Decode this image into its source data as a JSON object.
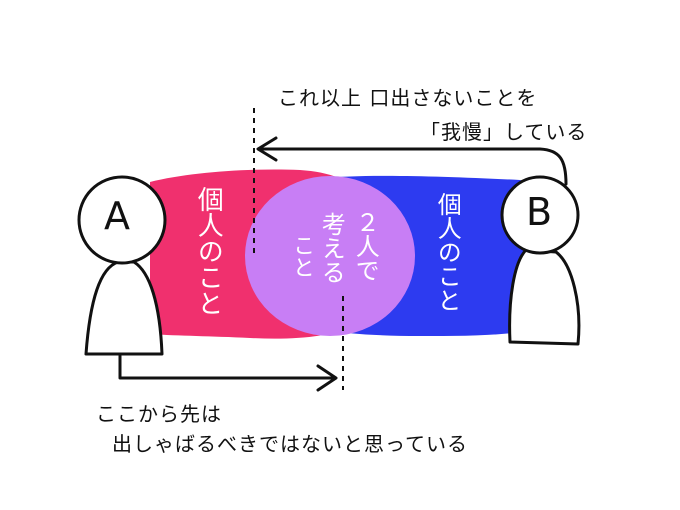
{
  "people": {
    "a_label": "A",
    "b_label": "B"
  },
  "regions": {
    "left_text": "個人のこと",
    "right_text": "個人のこと",
    "overlap_lines": [
      "２人で",
      "考える",
      "こと"
    ]
  },
  "top_note": {
    "line1": "これ以上 口出さないことを",
    "line2": "「我慢」している"
  },
  "bottom_note": {
    "line1": "ここから先は",
    "line2": "出しゃばるべきではないと思っている"
  },
  "colors": {
    "left_region": "#f0306e",
    "right_region": "#2d3bf0",
    "overlap": "#c87ef5",
    "ink": "#111111",
    "text_on_color": "#ffffff"
  }
}
